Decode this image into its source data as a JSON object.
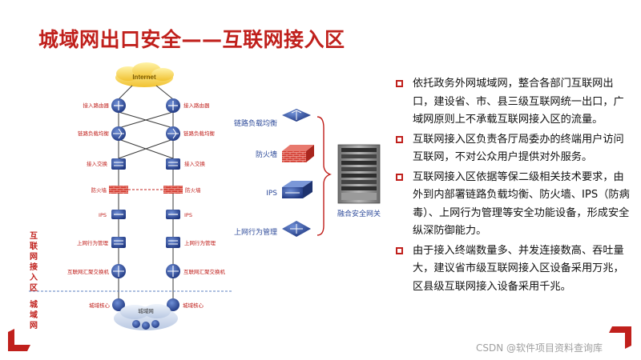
{
  "title": "城域网出口安全——互联网接入区",
  "left_diagram": {
    "cloud_label": "Internet",
    "left_labels": [
      "接入路由器",
      "链路负载均衡",
      "接入交换",
      "防火墙",
      "IPS",
      "上网行为管理",
      "互联网汇聚交换机",
      "城域核心"
    ],
    "right_labels": [
      "接入路由器",
      "链路负载均衡",
      "接入交换",
      "防火墙",
      "IPS",
      "上网行为管理",
      "互联网汇聚交换机",
      "城域核心"
    ],
    "zone_upper": "互联网接入区",
    "zone_lower": "城域网",
    "metro_cloud_label": "城域网"
  },
  "middle_diagram": {
    "items": [
      "链路负载均衡",
      "防火墙",
      "IPS",
      "上网行为管理"
    ],
    "gateway_label": "融合安全网关"
  },
  "bullets": [
    "依托政务外网城域网，整合各部门互联网出口，建设省、市、县三级互联网统一出口，广域网原则上不承载互联网接入区的流量。",
    "互联网接入区负责各厅局委办的终端用户访问互联网，不对公众用户提供对外服务。",
    "互联网接入区依据等保二级相关技术要求，由外到内部署链路负载均衡、防火墙、IPS（防病毒）、上网行为管理等安全功能设备，形成安全纵深防御能力。",
    "由于接入终端数量多、并发连接数高、吞吐量大，建议省市级互联网接入区设备采用万兆，区县级互联网接入设备采用千兆。"
  ],
  "watermark": "CSDN @软件项目资料查询库",
  "colors": {
    "accent": "#c0201c",
    "device": "#2d4a9a",
    "firewall": "#d23a2e",
    "zone_line": "#5b7fc0"
  }
}
